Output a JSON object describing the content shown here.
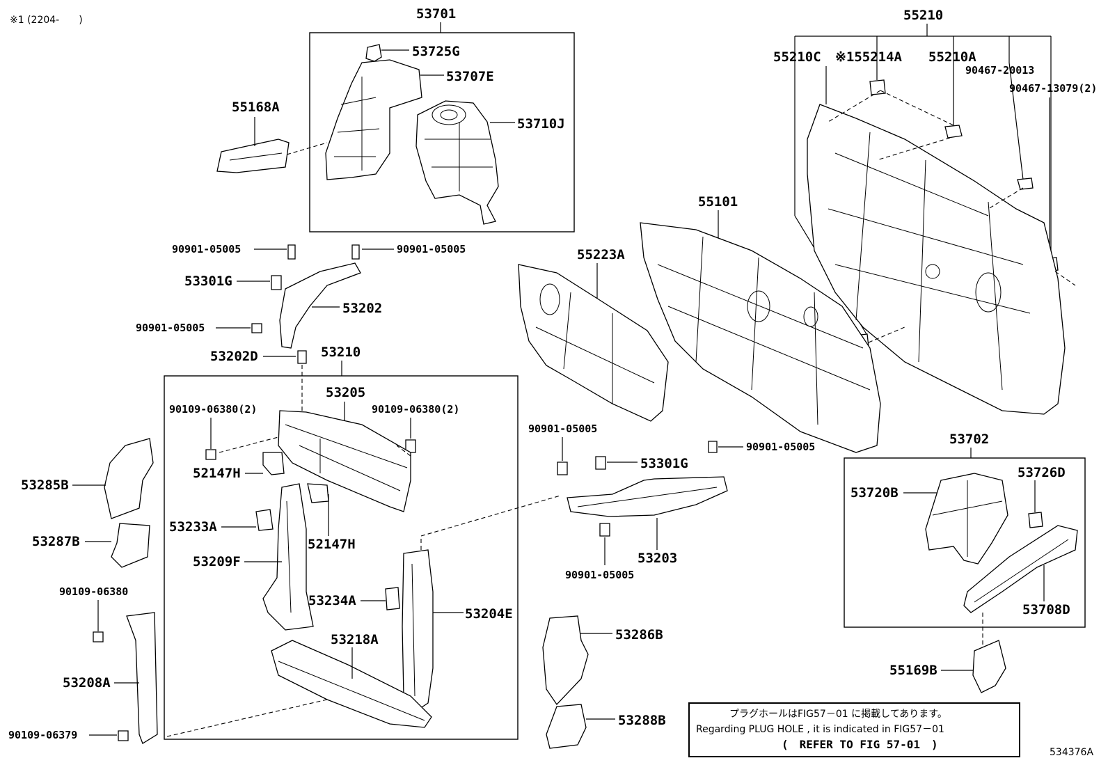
{
  "header_note": "※1 (2204-　　)",
  "figure_id": "534376A",
  "note": {
    "line1": "プラグホールはFIG57－01 に掲載してあります。",
    "line2": "Regarding PLUG HOLE , it is indicated in FIG57－01",
    "line3": "(　REFER TO FIG 57-01　)"
  },
  "labels": {
    "p53701": "53701",
    "p53725G": "53725G",
    "p53707E": "53707E",
    "p53710J": "53710J",
    "p55168A": "55168A",
    "p55210": "55210",
    "p55210C": "55210C",
    "p55214A": "※155214A",
    "p55210A": "55210A",
    "p90467_20013": "90467-20013",
    "p90467_13079": "90467-13079(2)",
    "p55101": "55101",
    "p55223A": "55223A",
    "p90901_a": "90901-05005",
    "p90901_b": "90901-05005",
    "p53301G_a": "53301G",
    "p53202": "53202",
    "p90901_c": "90901-05005",
    "p53202D": "53202D",
    "p53210": "53210",
    "p53205": "53205",
    "p90109_06380_2a": "90109-06380(2)",
    "p90109_06380_2b": "90109-06380(2)",
    "p52147H_a": "52147H",
    "p53233A": "53233A",
    "p52147H_b": "52147H",
    "p53209F": "53209F",
    "p53234A": "53234A",
    "p53204E": "53204E",
    "p53218A": "53218A",
    "p53285B": "53285B",
    "p53287B": "53287B",
    "p90109_06380": "90109-06380",
    "p53208A": "53208A",
    "p90109_06379": "90109-06379",
    "p90901_d": "90901-05005",
    "p53301G_b": "53301G",
    "p90901_e": "90901-05005",
    "p53203": "53203",
    "p90901_f": "90901-05005",
    "p53702": "53702",
    "p53720B": "53720B",
    "p53726D": "53726D",
    "p53708D": "53708D",
    "p53286B": "53286B",
    "p53288B": "53288B",
    "p55169B": "55169B"
  }
}
